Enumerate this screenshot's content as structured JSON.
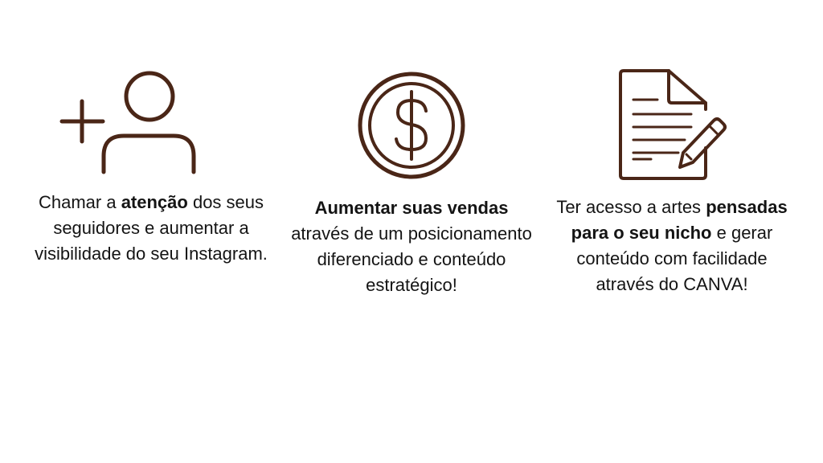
{
  "colors": {
    "icon_stroke": "#4a2617",
    "text": "#141414",
    "background": "#ffffff"
  },
  "features": [
    {
      "icon": "add-user-icon",
      "text_parts": [
        {
          "t": "Chamar a ",
          "bold": false
        },
        {
          "t": "atenção",
          "bold": true
        },
        {
          "t": " dos seus seguidores e aumentar a visibilidade do seu Instagram.",
          "bold": false
        }
      ]
    },
    {
      "icon": "dollar-coin-icon",
      "text_parts": [
        {
          "t": "Aumentar suas vendas",
          "bold": true
        },
        {
          "t": " através de um posicionamento diferenciado e conteúdo estratégico!",
          "bold": false
        }
      ]
    },
    {
      "icon": "document-pencil-icon",
      "text_parts": [
        {
          "t": "Ter acesso a artes ",
          "bold": false
        },
        {
          "t": "pensadas para o seu nicho",
          "bold": true
        },
        {
          "t": " e gerar conteúdo com facilidade através do CANVA!",
          "bold": false
        }
      ]
    }
  ]
}
